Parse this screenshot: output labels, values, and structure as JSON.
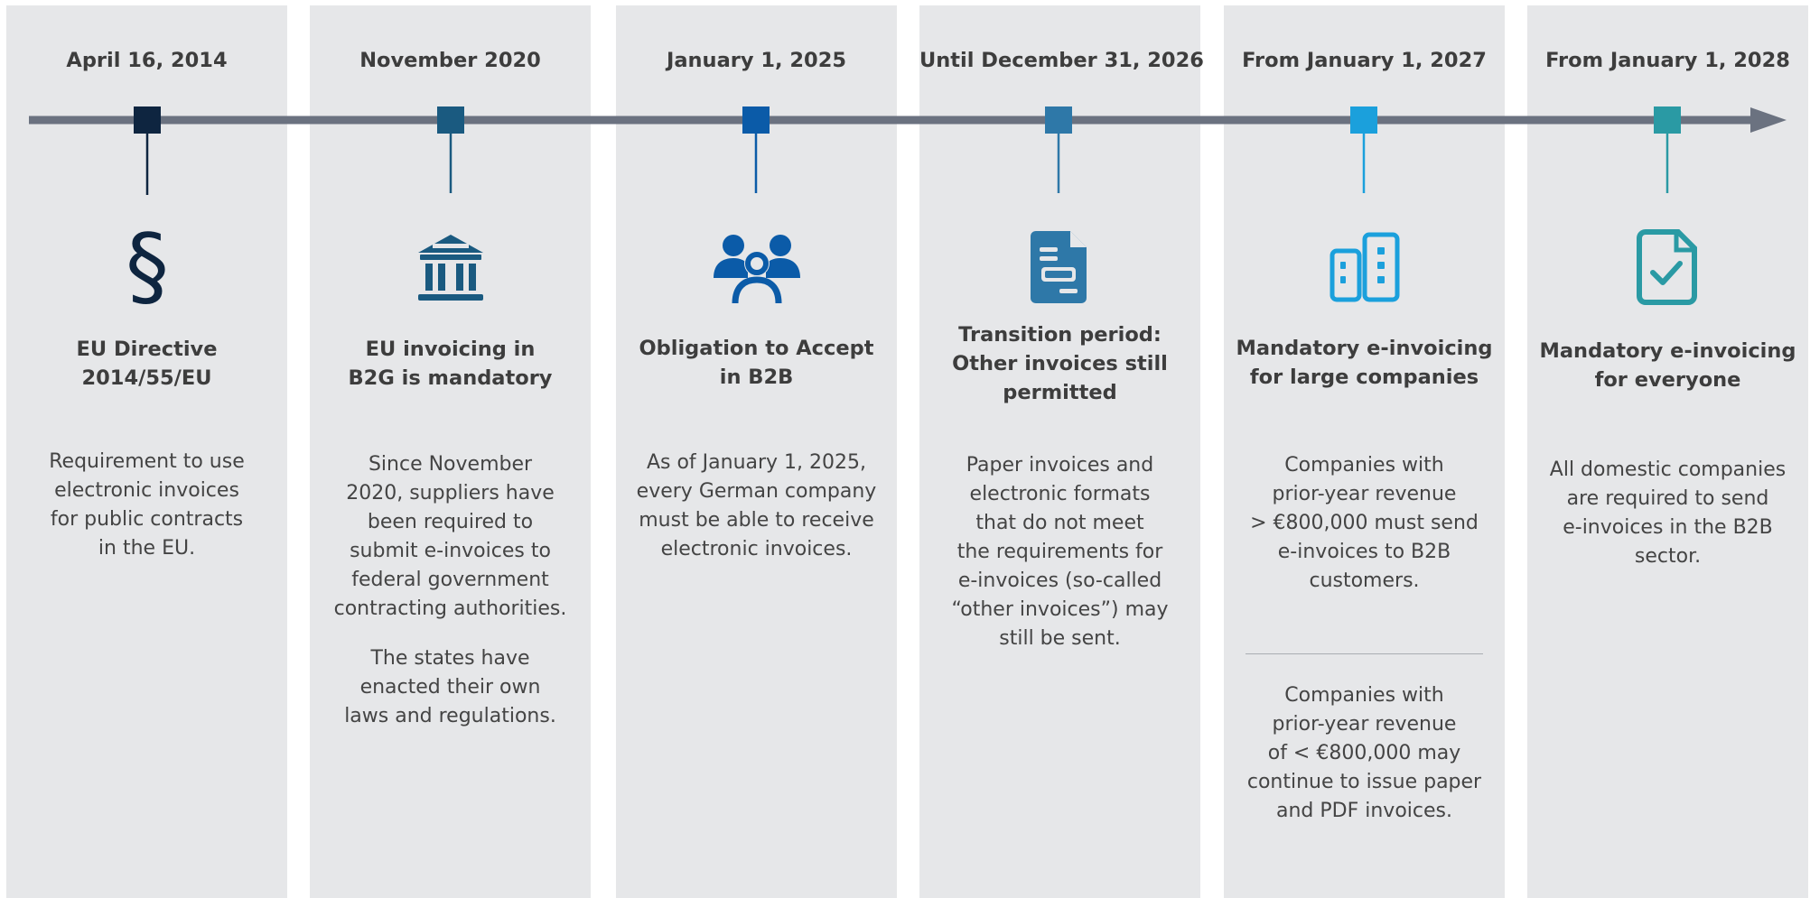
{
  "columns": [
    {
      "date": "April 16, 2014",
      "title_lines": [
        "EU Directive",
        "2014/55/EU"
      ],
      "body_lines": [
        "Requirement to use",
        "electronic invoices",
        "for public contracts",
        "in the EU."
      ],
      "icon": "paragraph-icon",
      "color": "#0e2540"
    },
    {
      "date": "November 2020",
      "title_lines": [
        "EU invoicing in",
        "B2G is mandatory"
      ],
      "body_lines": [
        "Since November",
        "2020, suppliers have",
        "been required to",
        "submit e-invoices to",
        "federal government",
        "contracting authorities."
      ],
      "body2_lines": [
        "The states have",
        "enacted their own",
        "laws and regulations."
      ],
      "icon": "government-building-icon",
      "color": "#1a5a80"
    },
    {
      "date": "January 1, 2025",
      "title_lines": [
        "Obligation to Accept",
        "in B2B"
      ],
      "body_lines": [
        "As of January 1, 2025,",
        "every German company",
        "must be able to receive",
        "electronic invoices."
      ],
      "icon": "group-icon",
      "color": "#0b5ba8"
    },
    {
      "date": "Until December 31, 2026",
      "title_lines": [
        "Transition period:",
        "Other invoices still",
        "permitted"
      ],
      "body_lines": [
        "Paper invoices and",
        "electronic formats",
        "that do not meet",
        "the requirements for",
        "e-invoices (so-called",
        "“other invoices”) may",
        "still be sent."
      ],
      "icon": "document-icon",
      "color": "#2e78a8"
    },
    {
      "date": "From January 1, 2027",
      "title_lines": [
        "Mandatory e-invoicing",
        "for large companies"
      ],
      "body_lines": [
        "Companies with",
        "prior-year revenue",
        "> €800,000 must send",
        "e-invoices to B2B",
        "customers."
      ],
      "body2_lines": [
        "Companies with",
        "prior-year revenue",
        "of < €800,000 may",
        "continue to issue paper",
        "and PDF invoices."
      ],
      "icon": "office-buildings-icon",
      "color": "#1ba0dc"
    },
    {
      "date": "From January 1, 2028",
      "title_lines": [
        "Mandatory e-invoicing",
        "for everyone"
      ],
      "body_lines": [
        "All domestic companies",
        "are required to send",
        "e-invoices in the B2B",
        "sector."
      ],
      "icon": "document-check-icon",
      "color": "#2a9aa4"
    }
  ],
  "colors": {
    "background": "#ffffff",
    "column": "#e6e7e9",
    "axis": "#6b7280",
    "text": "#3d3d3d"
  }
}
